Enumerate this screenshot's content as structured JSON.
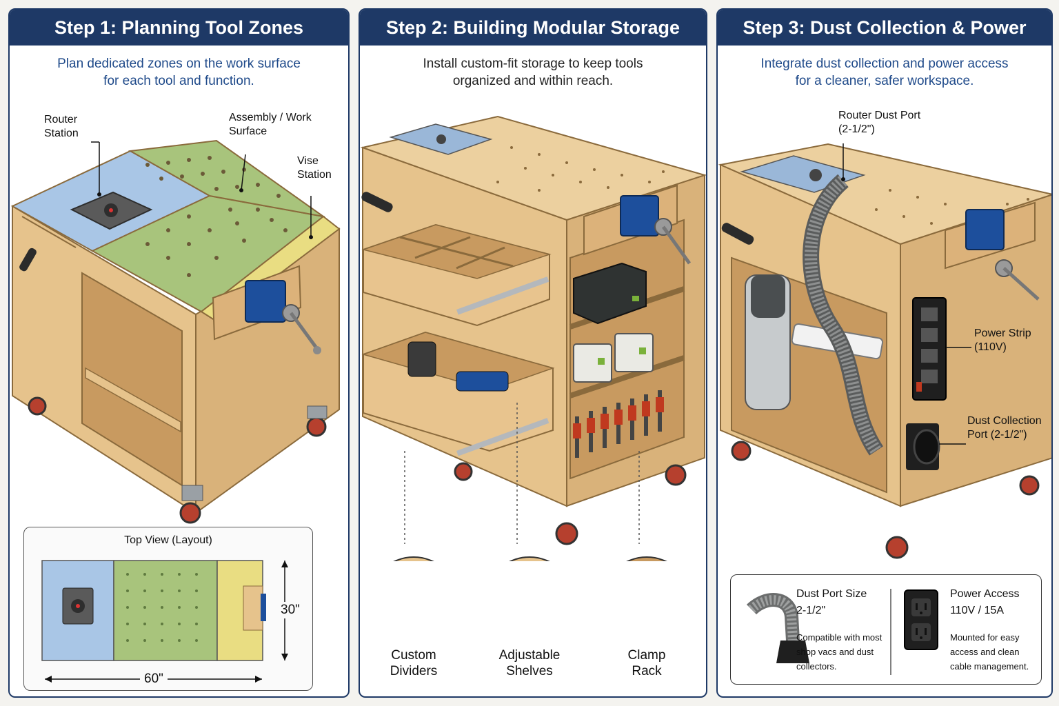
{
  "colors": {
    "header_bg": "#1e3966",
    "header_text": "#ffffff",
    "description_blue": "#1f4a8a",
    "wood": "#e8c48e",
    "router_zone": "#a9c6e6",
    "work_zone": "#a8c47c",
    "vise_zone": "#e9dd82",
    "vise_blue": "#1d4f9c",
    "caster_red": "#b6402e"
  },
  "panels": [
    {
      "title": "Step 1: Planning Tool Zones",
      "description_lines": [
        "Plan dedicated zones on the work surface",
        "for each tool and function."
      ],
      "callouts": {
        "router": [
          "Router",
          "Station"
        ],
        "assembly": [
          "Assembly / Work",
          "Surface"
        ],
        "vise": [
          "Vise",
          "Station"
        ]
      },
      "layout": {
        "title": "Top View (Layout)",
        "height": "30\"",
        "width": "60\""
      },
      "icons": [
        "workbench-illustration",
        "router-plate-icon",
        "bench-vise-icon",
        "caster-icon"
      ]
    },
    {
      "title": "Step 2: Building Modular Storage",
      "description_lines": [
        "Install custom-fit storage to keep tools",
        "organized and within reach."
      ],
      "details": [
        {
          "label": [
            "Custom",
            "Dividers"
          ],
          "icon": "drawer-dividers-icon"
        },
        {
          "label": [
            "Adjustable",
            "Shelves"
          ],
          "icon": "shelf-pins-icon"
        },
        {
          "label": [
            "Clamp",
            "Rack"
          ],
          "icon": "clamp-rack-icon"
        }
      ]
    },
    {
      "title": "Step 3: Dust Collection & Power",
      "description_lines": [
        "Integrate dust collection and power access",
        "for a cleaner, safer workspace."
      ],
      "callouts": {
        "router_port": [
          "Router Dust Port",
          "(2-1/2\")"
        ],
        "power_strip": [
          "Power Strip",
          "(110V)"
        ],
        "dust_port": [
          "Dust Collection",
          "Port (2-1/2\")"
        ]
      },
      "info": [
        {
          "title": "Dust Port Size",
          "value": "2-1/2\"",
          "text": [
            "Compatible with most",
            "shop vacs and dust",
            "collectors."
          ],
          "icon": "dust-hose-icon"
        },
        {
          "title": "Power Access",
          "value": "110V / 15A",
          "text": [
            "Mounted for easy",
            "access and clean",
            "cable management."
          ],
          "icon": "power-outlet-icon"
        }
      ]
    }
  ]
}
